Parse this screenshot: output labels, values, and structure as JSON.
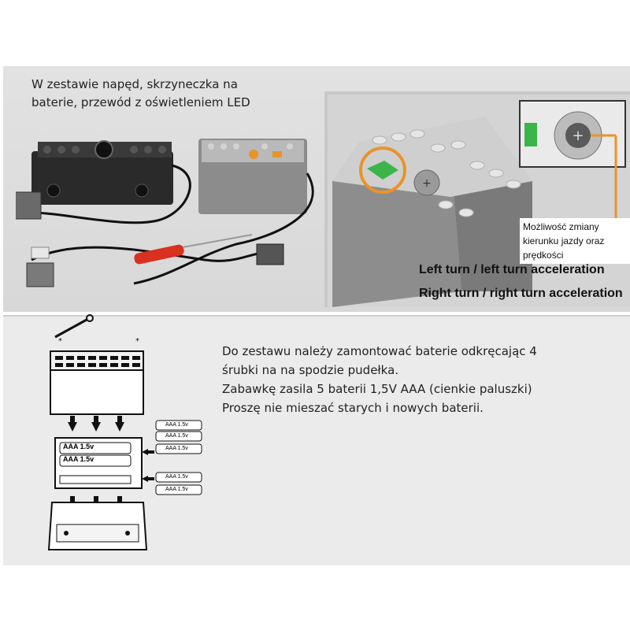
{
  "intro": {
    "line1": "W zestawie napęd, skrzyneczka na",
    "line2": "baterie, przewód z oświetleniem LED"
  },
  "feature_caption": {
    "line1": "Możliwość zmiany",
    "line2": "kierunku jazdy oraz",
    "line3": "prędkości"
  },
  "turn_labels": {
    "left": "Left turn / left turn acceleration",
    "right": "Right turn / right turn acceleration"
  },
  "instructions": {
    "line1": "Do zestawu należy zamontować baterie odkręcając 4",
    "line2": "śrubki na na spodzie pudełka.",
    "line3": "Zabawkę zasila 5 baterii 1,5V AAA (cienkie paluszki)",
    "line4": "Proszę nie mieszać starych i nowych baterii."
  },
  "battery_label": "AAA 1.5v",
  "colors": {
    "accent_orange": "#e8942a",
    "button_green": "#3bb54a",
    "screwdriver_red": "#d9301f"
  }
}
